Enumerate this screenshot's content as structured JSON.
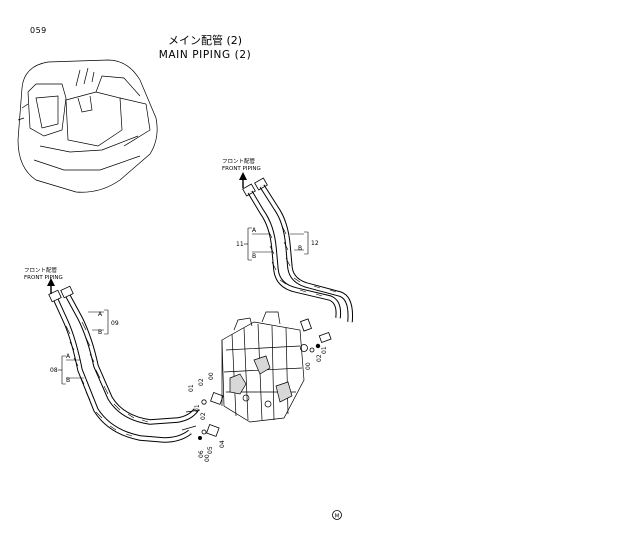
{
  "page": {
    "code": "059"
  },
  "title": {
    "japanese": "メイン配管 (2)",
    "english": "MAIN PIPING (2)"
  },
  "front_piping_labels": [
    {
      "japanese": "フロント配管",
      "english": "FRONT PIPING"
    },
    {
      "japanese": "フロント配管",
      "english": "FRONT PIPING"
    }
  ],
  "hose_callouts": {
    "right_pair": {
      "outer_a": "11",
      "outer_b": "12",
      "a": "A",
      "b": "B",
      "b2": "B"
    },
    "left_pair": {
      "outer_a": "08",
      "outer_b": "09",
      "a": "A",
      "b": "B",
      "a2": "A",
      "b2": "B"
    }
  },
  "fitting_callouts": [
    "01",
    "02",
    "00",
    "01",
    "02",
    "00",
    "01",
    "02",
    "00",
    "04",
    "05",
    "06"
  ],
  "footer_mark": "M"
}
